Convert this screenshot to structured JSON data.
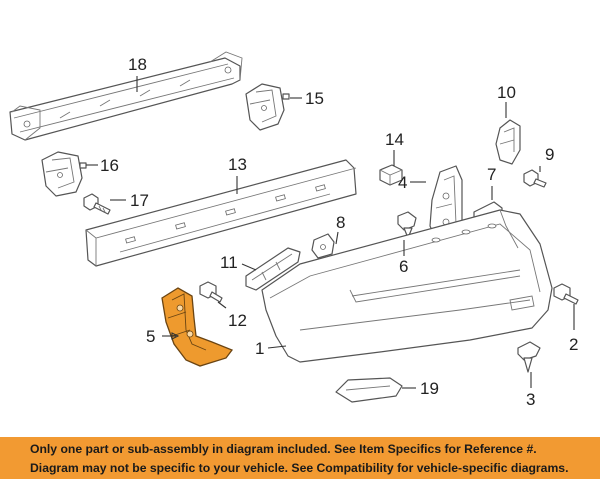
{
  "diagram": {
    "callouts": [
      {
        "id": "c1",
        "label": "1"
      },
      {
        "id": "c2",
        "label": "2"
      },
      {
        "id": "c3",
        "label": "3"
      },
      {
        "id": "c4",
        "label": "4"
      },
      {
        "id": "c5",
        "label": "5"
      },
      {
        "id": "c6",
        "label": "6"
      },
      {
        "id": "c7",
        "label": "7"
      },
      {
        "id": "c8",
        "label": "8"
      },
      {
        "id": "c9",
        "label": "9"
      },
      {
        "id": "c10",
        "label": "10"
      },
      {
        "id": "c11",
        "label": "11"
      },
      {
        "id": "c12",
        "label": "12"
      },
      {
        "id": "c13",
        "label": "13"
      },
      {
        "id": "c14",
        "label": "14"
      },
      {
        "id": "c15",
        "label": "15"
      },
      {
        "id": "c16",
        "label": "16"
      },
      {
        "id": "c17",
        "label": "17"
      },
      {
        "id": "c18",
        "label": "18"
      },
      {
        "id": "c19",
        "label": "19"
      }
    ],
    "highlighted_part": "5",
    "highlight_color": "#ee9a2e"
  },
  "notice": {
    "line1": "Only one part or sub-assembly in diagram included. See Item Specifics for Reference #.",
    "line2": "Diagram may not be specific to your vehicle. See Compatibility for vehicle-specific diagrams.",
    "background_color": "#f29a32"
  }
}
